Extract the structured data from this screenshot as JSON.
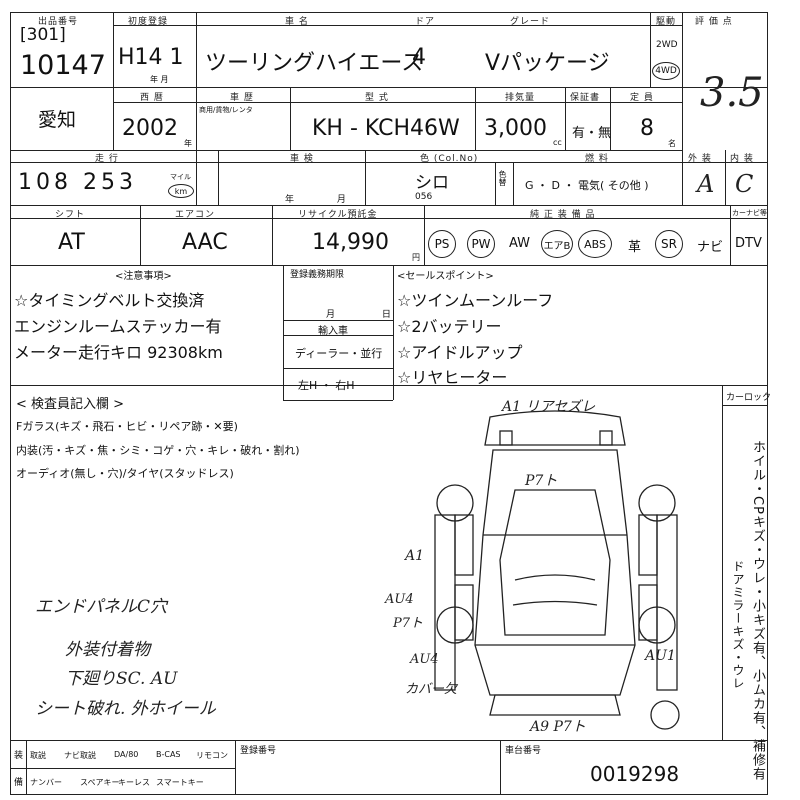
{
  "header": {
    "lot_label": "出品番号",
    "venue_code": "[301]",
    "lot_number": "10147",
    "reg_label": "初度登録",
    "reg_value": "H14 1",
    "reg_unit": "年 月",
    "model_label": "車 名",
    "door_label": "ドア",
    "grade_label": "グレード",
    "car_name": "ツーリングハイエース",
    "doors": "4",
    "grade": "Vパッケージ",
    "drive_label": "駆動",
    "drive_2wd": "2WD",
    "drive_4wd": "4WD",
    "score_label": "評 価 点",
    "score": "3.5"
  },
  "row2": {
    "region": "愛知",
    "year_label": "西 暦",
    "year": "2002",
    "year_unit": "年",
    "plate_label": "車 歴",
    "plate_note": "商用/貨物/レンタ",
    "model_code_label": "型 式",
    "model_code": "KH - KCH46W",
    "displacement_label": "排気量",
    "displacement": "3,000",
    "displacement_unit": "cc",
    "warranty_label": "保証書",
    "warranty": "有・無",
    "seats_label": "定 員",
    "seats": "8",
    "seats_unit": "名"
  },
  "row3": {
    "mileage_label": "走 行",
    "mileage": "108 253",
    "mileage_unit_a": "マイル",
    "mileage_unit_b": "km",
    "shaken_label": "車 検",
    "shaken_unit": "年 月",
    "color_label": "色 (Col.No)",
    "color": "シロ",
    "color_code": "056",
    "color_change_label": "色替",
    "fuel_label": "燃 料",
    "fuel": "G ・ D ・ 電気(    その他    )",
    "exterior_label": "外 装",
    "exterior": "A",
    "interior_label": "内 装",
    "interior": "C"
  },
  "row4": {
    "shift_label": "シフト",
    "shift": "AT",
    "aircon_label": "エアコン",
    "aircon": "AAC",
    "recycle_label": "リサイクル預託金",
    "recycle": "14,990",
    "recycle_unit": "円",
    "equip_label": "純 正 装 備 品",
    "carnavi_label": "カーナビ等",
    "equipment": [
      "PS",
      "PW",
      "AW",
      "エアB",
      "ABS",
      "革",
      "SR",
      "ナビ",
      "DTV"
    ]
  },
  "notes": {
    "caution_label": "<注意事項>",
    "caution": [
      "☆タイミングベルト交換済",
      "エンジンルームステッカー有",
      "メーター走行キロ 92308km"
    ],
    "mid_label": "登録義務期限",
    "mid_unit": "月 日",
    "import_label": "輸入車",
    "dealer": "ディーラー・並行",
    "handle": "左H ・ 右H",
    "sales_label": "<セールスポイント>",
    "sales": [
      "☆ツインムーンルーフ",
      "☆2バッテリー",
      "☆アイドルアップ",
      "☆リヤヒーター"
    ]
  },
  "inspection": {
    "title": "< 検査員記入欄 >",
    "lines": [
      "Fガラス(キズ・飛石・ヒビ・リペア跡・✕要)",
      "内装(汚・キズ・焦・シミ・コゲ・穴・キレ・破れ・割れ)",
      "オーディオ(無し・穴)/タイヤ(スタッドレス)"
    ],
    "handwritten": [
      "エンドパネルC穴",
      "外装付着物",
      "下廻りSC. AU",
      "シート破れ. 外ホイール"
    ],
    "diagram_labels": [
      "A1 リアセズレ",
      "P7ト",
      "A1",
      "AU4",
      "P7ト",
      "AU4",
      "カバー欠",
      "AU1",
      "A9 P7ト"
    ],
    "carlock_label": "カーロック",
    "side_note": "ホイル・CPキズ・ウレ・小キズ有、小ムカ有、補修有",
    "side_note_2": "ドアミラーキズ・ウレ"
  },
  "footer": {
    "row1": [
      "装",
      "取説",
      "ナビ取説",
      "DA/80",
      "B-CAS",
      "リモコン"
    ],
    "row2": [
      "備",
      "ナンバー",
      "スペアキー",
      "キーレス",
      "スマートキー"
    ],
    "reg_no_label": "登録番号",
    "chassis_label": "車台番号",
    "chassis_no": "0019298"
  }
}
